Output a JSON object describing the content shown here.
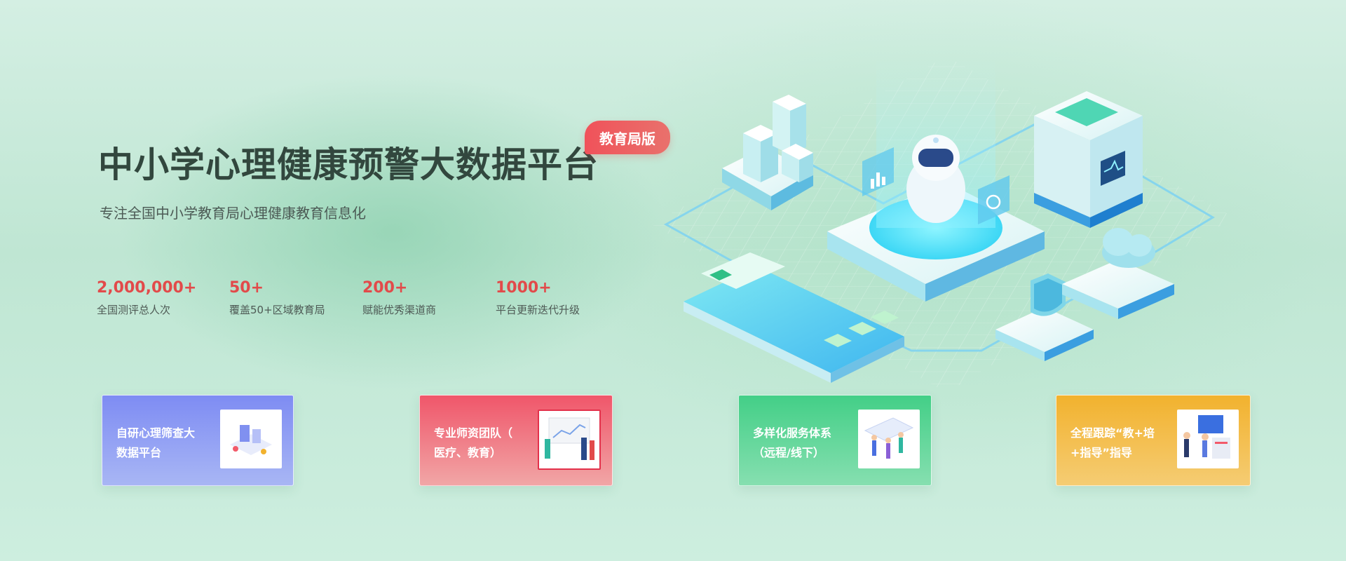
{
  "hero": {
    "title": "中小学心理健康预警大数据平台",
    "edition_badge": "教育局版",
    "subtitle": "专注全国中小学教育局心理健康教育信息化"
  },
  "stats": [
    {
      "value": "2,000,000+",
      "label": "全国测评总人次"
    },
    {
      "value": "50+",
      "label": "覆盖50+区域教育局"
    },
    {
      "value": "200+",
      "label": "赋能优秀渠道商"
    },
    {
      "value": "1000+",
      "label": "平台更新迭代升级"
    }
  ],
  "features": [
    {
      "line1": "自研心理筛查大",
      "line2": "数据平台",
      "thumb_icon": "data-platform-illustration-icon"
    },
    {
      "line1": "专业师资团队（",
      "line2": "医疗、教育）",
      "thumb_icon": "teacher-team-illustration-icon"
    },
    {
      "line1": "多样化服务体系",
      "line2": "（远程/线下）",
      "thumb_icon": "service-system-illustration-icon"
    },
    {
      "line1": "全程跟踪“教+培",
      "line2": "+指导”指导",
      "thumb_icon": "tracking-guidance-illustration-icon"
    }
  ],
  "colors": {
    "title": "#32473e",
    "stat_value": "#e24a4a",
    "badge": "#f0525a",
    "card_purple": "#7e8cf3",
    "card_red": "#f0566a",
    "card_green": "#43cf87",
    "card_orange": "#f2b22e"
  },
  "illustration": {
    "icons": [
      "robot-icon",
      "phone-icon",
      "server-box-icon",
      "buildings-icon",
      "shield-icon",
      "cloud-icon",
      "chart-icon",
      "stopwatch-icon"
    ]
  }
}
